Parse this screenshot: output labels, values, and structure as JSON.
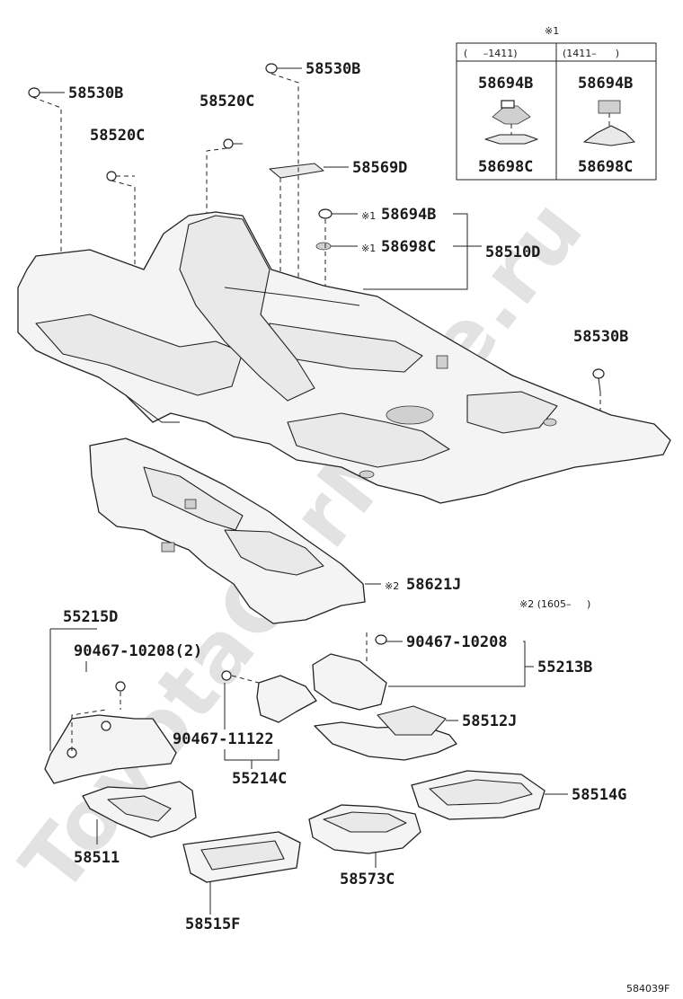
{
  "watermark": "ToyotaCarMine.ru",
  "diagram_id": "584039F",
  "inset": {
    "note_mark": "※1",
    "col_left_header": "(     –1411)",
    "col_right_header": "(1411–      )",
    "left_top": "58694B",
    "left_bottom": "58698C",
    "right_top": "58694B",
    "right_bottom": "58698C"
  },
  "note2": "※2 (1605–     )",
  "labels": {
    "p58530B_left": "58530B",
    "p58530B_top": "58530B",
    "p58530B_right": "58530B",
    "p58520C_left": "58520C",
    "p58520C_mid": "58520C",
    "p58569D": "58569D",
    "mark1_a": "※1",
    "p58694B": "58694B",
    "mark1_b": "※1",
    "p58698C": "58698C",
    "p58510D": "58510D",
    "mark2": "※2",
    "p58621J": "58621J",
    "p55215D": "55215D",
    "p90467_10208_2": "90467-10208(2)",
    "p90467_10208": "90467-10208",
    "p55213B": "55213B",
    "p58512J": "58512J",
    "p90467_11122": "90467-11122",
    "p55214C": "55214C",
    "p58514G": "58514G",
    "p58511": "58511",
    "p58573C": "58573C",
    "p58515F": "58515F"
  }
}
